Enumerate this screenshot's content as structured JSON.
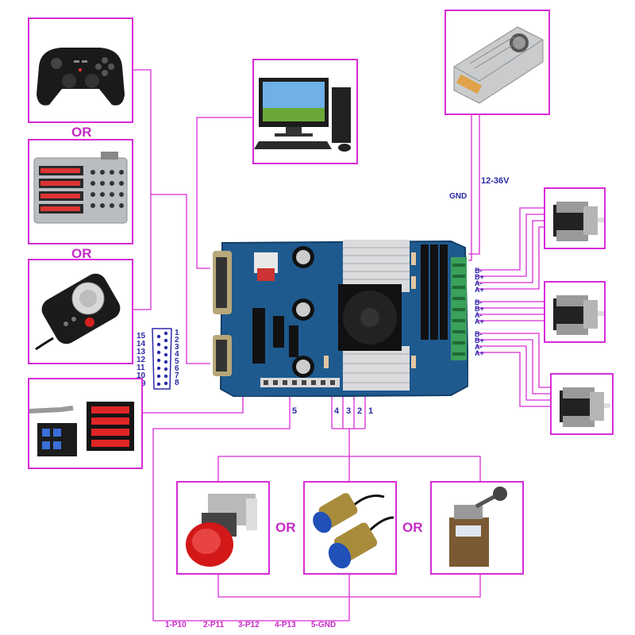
{
  "or_labels": {
    "or_1": "OR",
    "or_2": "OR",
    "or_3": "OR",
    "or_4": "OR"
  },
  "power": {
    "voltage": "12-36V",
    "ground": "GND"
  },
  "db15_pins": {
    "left": [
      "15",
      "14",
      "13",
      "12",
      "11",
      "10",
      "9"
    ],
    "right": [
      "1",
      "2",
      "3",
      "4",
      "5",
      "6",
      "7",
      "8"
    ]
  },
  "motor_pins": {
    "m1": [
      "B-",
      "B+",
      "A-",
      "A+"
    ],
    "m2": [
      "B-",
      "B+",
      "A-",
      "A+"
    ],
    "m3": [
      "B-",
      "B+",
      "A-",
      "A+"
    ]
  },
  "board_signals": {
    "s5": "5",
    "s4": "4",
    "s3": "3",
    "s2": "2",
    "s1": "1"
  },
  "pin_legend": {
    "p10": "1-P10",
    "p11": "2-P11",
    "p12": "3-P12",
    "p13": "4-P13",
    "gnd": "5-GND"
  },
  "colors": {
    "wire": "#d82bd8",
    "pcb": "#1f5a8f",
    "label_blue": "#2a2aa8"
  }
}
